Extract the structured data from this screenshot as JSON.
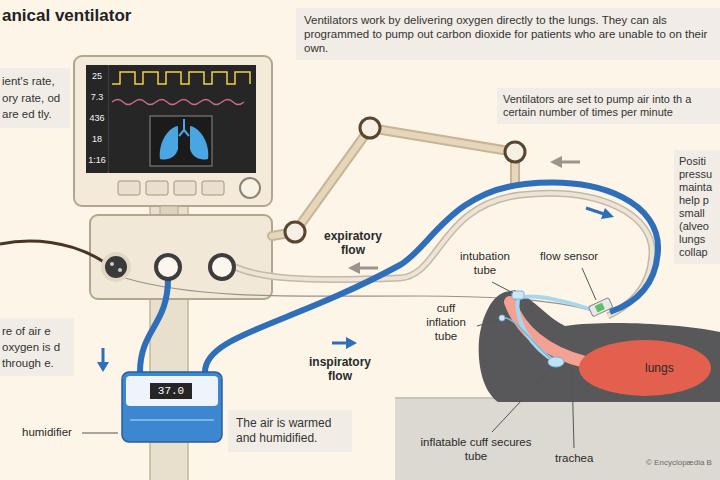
{
  "diagram": {
    "title": "anical ventilator",
    "nodes": [
      {
        "text": [
          "Ventilators work by delivering oxygen directly to the lungs. They can als programmed to pump out carbon dioxide for patients who are unable to on their own."
        ]
      },
      {
        "text": [
          "ient's rate, ory rate, od are ed tly."
        ]
      },
      {
        "text": [
          "25",
          "7.3",
          "436",
          "18",
          "1:16"
        ]
      },
      {
        "text": [
          "Ventilators are set to pump air into th a certain number of times per minute"
        ]
      },
      {
        "text": [
          "Positi pressu mainta help p small (alveo lungs collap"
        ]
      },
      {
        "text": [
          "re of air e oxygen is d through e."
        ]
      },
      {
        "text": [
          "37.0"
        ]
      },
      {
        "text": [
          "The air is warmed and humidified."
        ]
      }
    ],
    "labels": [
      "expiratory flow",
      "intubation tube",
      "flow sensor",
      "cuff inflation tube",
      "lungs",
      "inspiratory flow",
      "humidifier",
      "inflatable cuff secures tube",
      "trachea",
      "© Encyclopædia B"
    ]
  }
}
